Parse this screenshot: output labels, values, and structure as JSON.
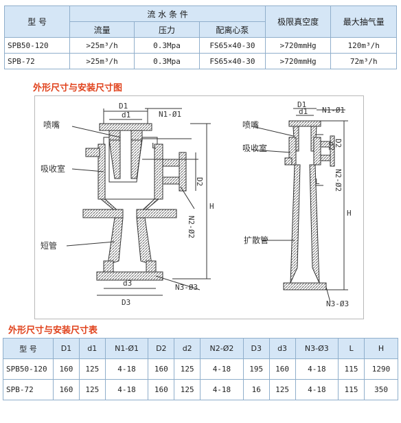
{
  "spec_table": {
    "header_model": "型 号",
    "header_flow_group": "流 水 条 件",
    "header_flow": "流量",
    "header_pressure": "压力",
    "header_pump": "配离心泵",
    "header_vacuum": "极限真空度",
    "header_max_pump": "最大抽气量",
    "rows": [
      {
        "model": "SPB50-120",
        "flow": ">25m³/h",
        "pressure": "0.3Mpa",
        "pump": "FS65×40-30",
        "vacuum": ">720mmHg",
        "max": "120m³/h"
      },
      {
        "model": "SPB-72",
        "flow": ">25m³/h",
        "pressure": "0.3Mpa",
        "pump": "FS65×40-30",
        "vacuum": ">720mmHg",
        "max": "72m³/h"
      }
    ]
  },
  "figure_title": "外形尺寸与安装尺寸图",
  "figure_labels": {
    "nozzle": "喷嘴",
    "suction": "吸收室",
    "short_pipe": "短管",
    "diffuser": "扩散管",
    "D1": "D1",
    "d1": "d1",
    "N1": "N1-Ø1",
    "L": "L",
    "D2": "D2",
    "d2": "d2",
    "N2": "N2-Ø2",
    "H": "H",
    "d3": "d3",
    "D3": "D3",
    "N3": "N3-Ø3"
  },
  "dim_title": "外形尺寸与安装尺寸表",
  "dim_table": {
    "headers": [
      "型 号",
      "D1",
      "d1",
      "N1-Ø1",
      "D2",
      "d2",
      "N2-Ø2",
      "D3",
      "d3",
      "N3-Ø3",
      "L",
      "H"
    ],
    "rows": [
      [
        "SPB50-120",
        "160",
        "125",
        "4-18",
        "160",
        "125",
        "4-18",
        "195",
        "160",
        "4-18",
        "115",
        "1290"
      ],
      [
        "SPB-72",
        "160",
        "125",
        "4-18",
        "160",
        "125",
        "4-18",
        "16",
        "125",
        "4-18",
        "115",
        "350"
      ]
    ]
  }
}
